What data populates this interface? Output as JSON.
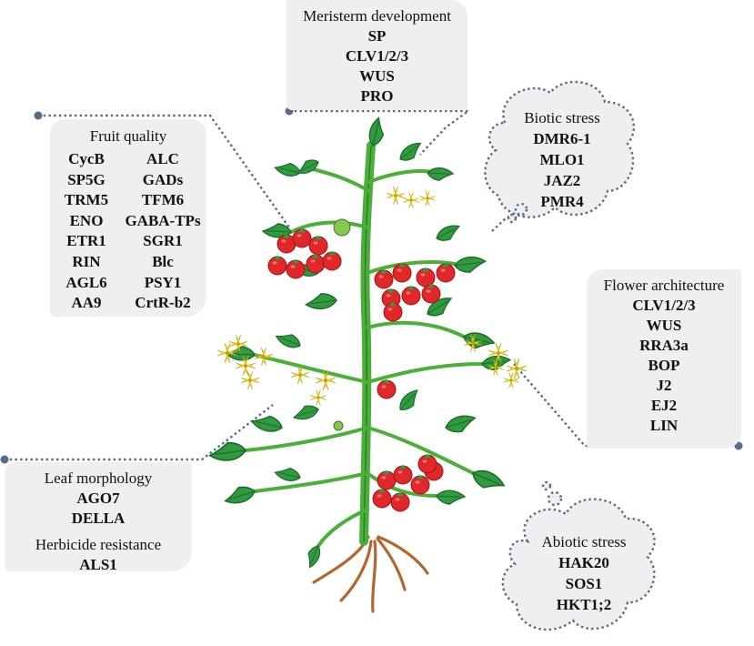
{
  "fruit_quality": {
    "title": "Fruit quality",
    "genes_left": [
      "CycB",
      "SP5G",
      "TRM5",
      "ENO",
      "ETR1",
      "RIN",
      "AGL6",
      "AA9"
    ],
    "genes_right": [
      "ALC",
      "GADs",
      "TFM6",
      "GABA-TPs",
      "SGR1",
      "Blc",
      "PSY1",
      "CrtR-b2"
    ]
  },
  "meristem_development": {
    "title": "Meristerm development",
    "genes": [
      "SP",
      "CLV1/2/3",
      "WUS",
      "PRO"
    ]
  },
  "biotic_stress": {
    "title": "Biotic stress",
    "genes": [
      "DMR6-1",
      "MLO1",
      "JAZ2",
      "PMR4"
    ]
  },
  "flower_architecture": {
    "title": "Flower architecture",
    "genes": [
      "CLV1/2/3",
      "WUS",
      "RRA3a",
      "BOP",
      "J2",
      "EJ2",
      "LIN"
    ]
  },
  "leaf_morphology": {
    "title": "Leaf morphology",
    "genes": [
      "AGO7",
      "DELLA"
    ]
  },
  "herbicide_resistance": {
    "title": "Herbicide resistance",
    "genes": [
      "ALS1"
    ]
  },
  "abiotic_stress": {
    "title": "Abiotic stress",
    "genes": [
      "HAK20",
      "SOS1",
      "HKT1;2"
    ]
  },
  "colors": {
    "box_fill": "#efefef",
    "connector": "#5a6a8c",
    "leaf_green": "#2f9a3e",
    "leaf_dark": "#1c6b2a",
    "stem_green": "#4caf3a",
    "fruit_red": "#e0282a",
    "flower_yellow": "#f2e21c",
    "root_brown": "#b5652e"
  }
}
